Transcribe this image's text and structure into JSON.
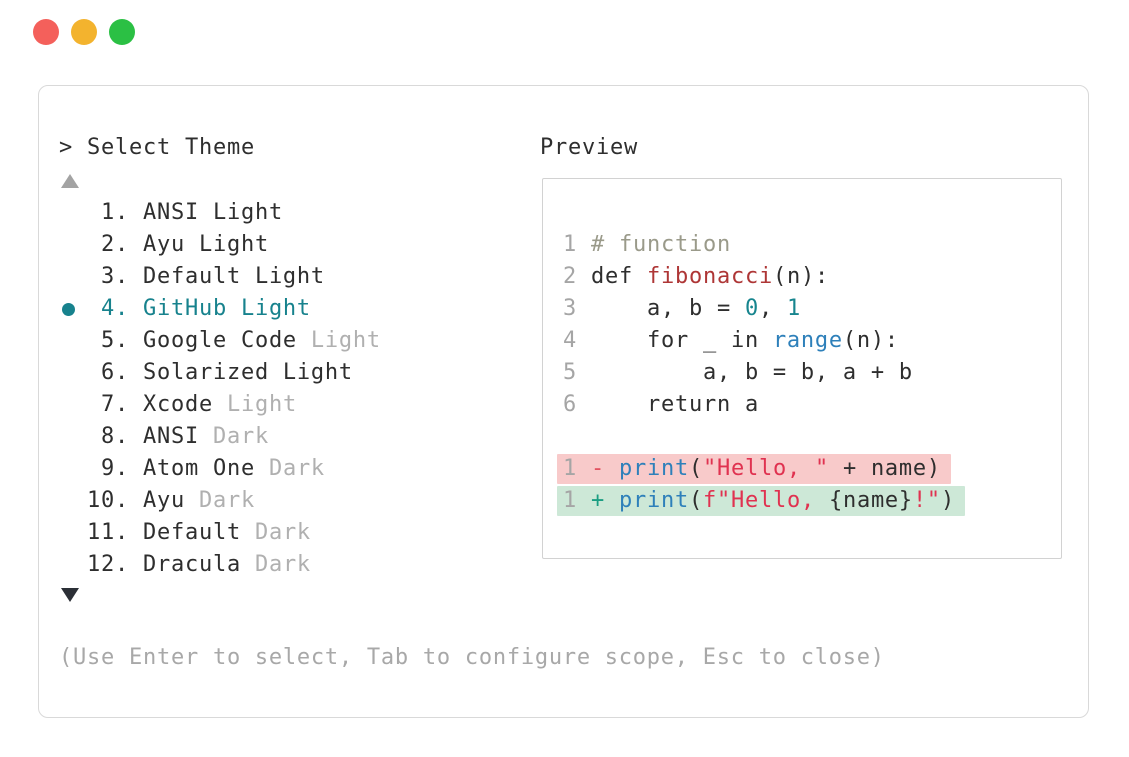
{
  "traffic_lights": [
    {
      "name": "close",
      "color": "#f4605b"
    },
    {
      "name": "minimize",
      "color": "#f3b32e"
    },
    {
      "name": "zoom",
      "color": "#2bc044"
    }
  ],
  "palette": {
    "prompt_symbol": ">",
    "title": "Select Theme",
    "scroll_up_icon": "▲",
    "scroll_down_icon": "▼",
    "themes": [
      {
        "number": "1",
        "name": "ANSI Light",
        "variant": "",
        "selected": false
      },
      {
        "number": "2",
        "name": "Ayu Light",
        "variant": "",
        "selected": false
      },
      {
        "number": "3",
        "name": "Default Light",
        "variant": "",
        "selected": false
      },
      {
        "number": "4",
        "name": "GitHub Light",
        "variant": "",
        "selected": true
      },
      {
        "number": "5",
        "name": "Google Code",
        "variant": "Light",
        "selected": false
      },
      {
        "number": "6",
        "name": "Solarized Light",
        "variant": "",
        "selected": false
      },
      {
        "number": "7",
        "name": "Xcode",
        "variant": "Light",
        "selected": false
      },
      {
        "number": "8",
        "name": "ANSI",
        "variant": "Dark",
        "selected": false
      },
      {
        "number": "9",
        "name": "Atom One",
        "variant": "Dark",
        "selected": false
      },
      {
        "number": "10",
        "name": "Ayu",
        "variant": "Dark",
        "selected": false
      },
      {
        "number": "11",
        "name": "Default",
        "variant": "Dark",
        "selected": false
      },
      {
        "number": "12",
        "name": "Dracula",
        "variant": "Dark",
        "selected": false
      }
    ],
    "footer_hint": "(Use Enter to select, Tab to configure scope, Esc to close)"
  },
  "preview": {
    "title": "Preview",
    "code_lines": [
      {
        "num": "1",
        "tokens": [
          {
            "text": "# function",
            "style": "comment"
          }
        ]
      },
      {
        "num": "2",
        "tokens": [
          {
            "text": "def ",
            "style": "plain"
          },
          {
            "text": "fibonacci",
            "style": "func"
          },
          {
            "text": "(n):",
            "style": "plain"
          }
        ]
      },
      {
        "num": "3",
        "tokens": [
          {
            "text": "    a, b = ",
            "style": "plain"
          },
          {
            "text": "0",
            "style": "number"
          },
          {
            "text": ", ",
            "style": "plain"
          },
          {
            "text": "1",
            "style": "number"
          }
        ]
      },
      {
        "num": "4",
        "tokens": [
          {
            "text": "    for _ in ",
            "style": "plain"
          },
          {
            "text": "range",
            "style": "builtin"
          },
          {
            "text": "(n):",
            "style": "plain"
          }
        ]
      },
      {
        "num": "5",
        "tokens": [
          {
            "text": "        a, b = b, a + b",
            "style": "plain"
          }
        ]
      },
      {
        "num": "6",
        "tokens": [
          {
            "text": "    return a",
            "style": "plain"
          }
        ]
      },
      {
        "num": "",
        "tokens": []
      },
      {
        "num": "1",
        "diff": "del",
        "tokens": [
          {
            "text": "- ",
            "style": "del"
          },
          {
            "text": "print",
            "style": "builtin"
          },
          {
            "text": "(",
            "style": "plain"
          },
          {
            "text": "\"Hello, \"",
            "style": "string"
          },
          {
            "text": " + name)",
            "style": "plain"
          }
        ]
      },
      {
        "num": "1",
        "diff": "add",
        "tokens": [
          {
            "text": "+ ",
            "style": "add"
          },
          {
            "text": "print",
            "style": "builtin"
          },
          {
            "text": "(",
            "style": "plain"
          },
          {
            "text": "f\"Hello, ",
            "style": "string"
          },
          {
            "text": "{name}",
            "style": "plain"
          },
          {
            "text": "!\"",
            "style": "string"
          },
          {
            "text": ")",
            "style": "plain"
          }
        ]
      }
    ]
  },
  "colors": {
    "accent_teal": "#17828d",
    "text": "#2e2e2e",
    "dim_text": "#b0b0b0",
    "line_number": "#a5a5a5",
    "comment": "#9a9a8a",
    "function_name": "#ae3636",
    "builtin": "#2e80ba",
    "number_literal": "#17858e",
    "string": "#e03250",
    "diff_del_text": "#e25260",
    "diff_add_text": "#1b9e82",
    "diff_del_bg": "#f8caca",
    "diff_add_bg": "#cde8d7",
    "border": "#d9d9d9",
    "inner_border": "#d2d2d2",
    "footer_text": "#a8a8a8",
    "arrow_up": "#a3a3a3",
    "arrow_down": "#2b2f36",
    "traffic_red": "#f4605b",
    "traffic_yellow": "#f3b32e",
    "traffic_green": "#2bc044"
  }
}
